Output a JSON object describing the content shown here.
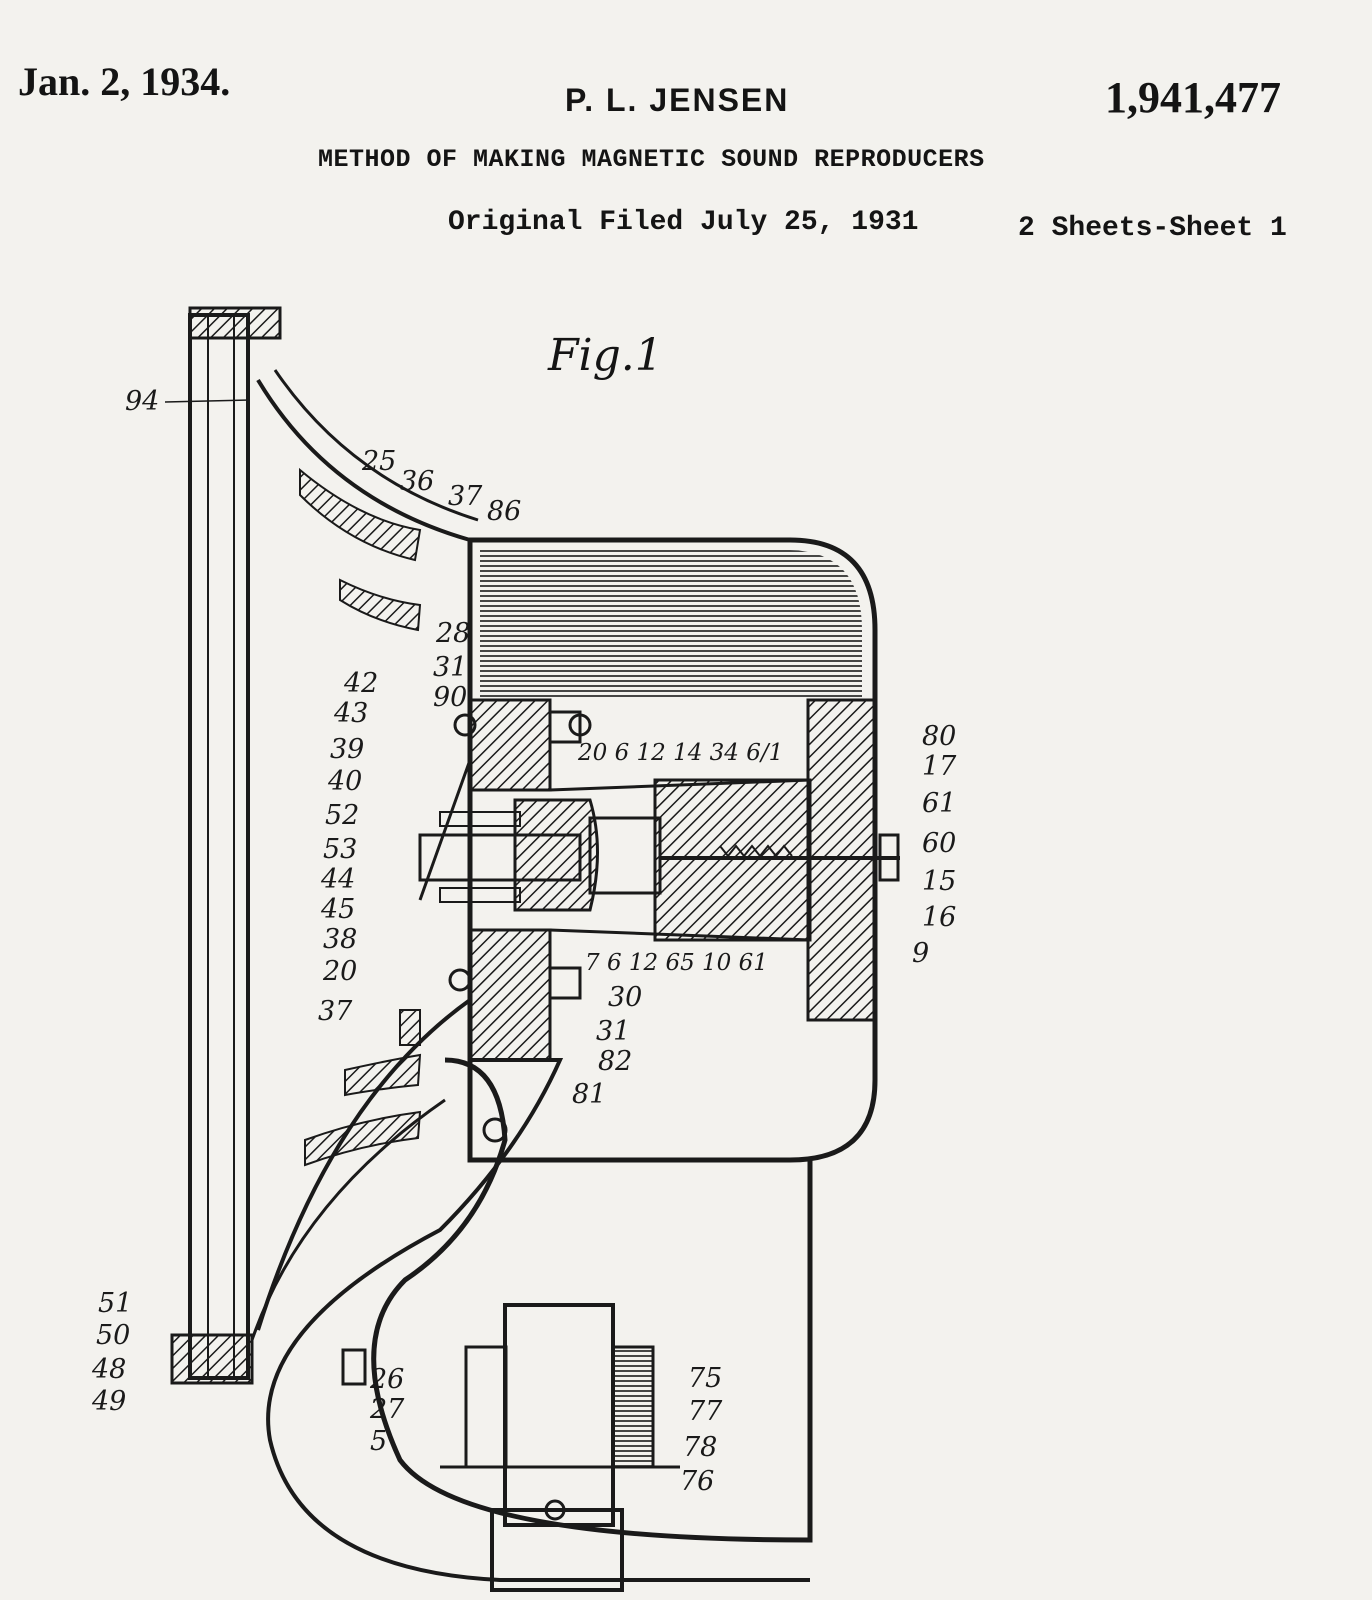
{
  "header": {
    "date": "Jan. 2, 1934.",
    "inventor": "P. L. JENSEN",
    "patent_number": "1,941,477",
    "title": "METHOD OF MAKING MAGNETIC SOUND REPRODUCERS",
    "filed": "Original Filed July 25, 1931",
    "sheets": "2 Sheets-Sheet  1"
  },
  "figure": {
    "label": "Fig.1",
    "refs": {
      "r94": "94",
      "r25": "25",
      "r36": "36",
      "r37t": "37",
      "r86": "86",
      "r28": "28",
      "r31a": "31",
      "r42": "42",
      "r90": "90",
      "r43": "43",
      "r39": "39",
      "r40": "40",
      "r52": "52",
      "r53": "53",
      "r44": "44",
      "r45": "45",
      "r38": "38",
      "r20": "20",
      "r37b": "37",
      "rtop": "20 6 12 14 34 6/1",
      "rbot": "7 6 12 65 10 61",
      "r80": "80",
      "r17": "17",
      "r61": "61",
      "r60": "60",
      "r15r": "15",
      "r16": "16",
      "r9": "9",
      "r30b": "30",
      "r31b": "31",
      "r82": "82",
      "r81": "81",
      "r51": "51",
      "r50": "50",
      "r48": "48",
      "r49": "49",
      "r26": "26",
      "r27": "27",
      "r5": "5",
      "r75": "75",
      "r77": "77",
      "r78": "78",
      "r76": "76"
    }
  }
}
